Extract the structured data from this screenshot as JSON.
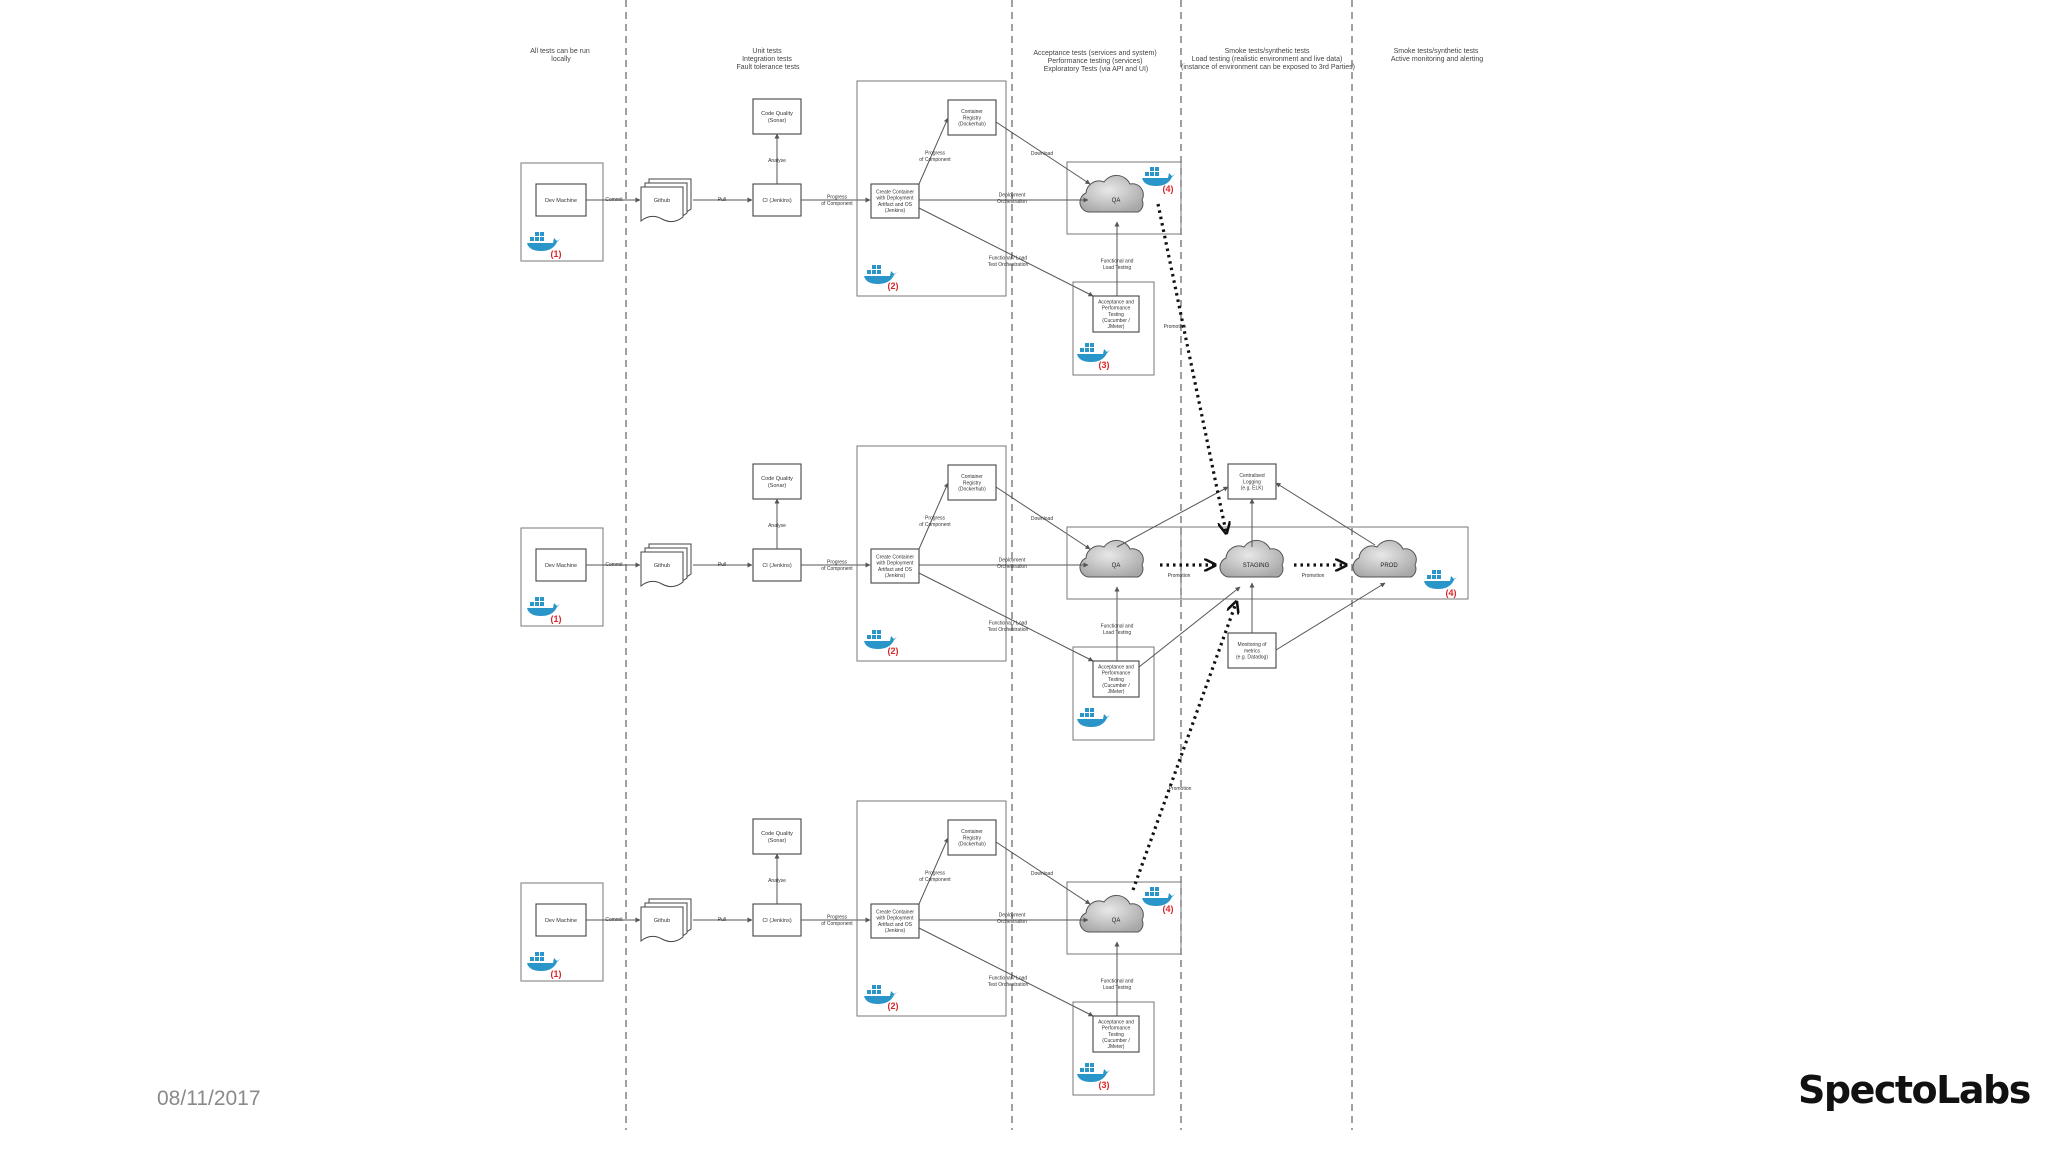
{
  "footer": {
    "date": "08/11/2017",
    "brand": "SpectoLabs"
  },
  "columns": [
    {
      "header": [
        "All tests can be run",
        "locally"
      ]
    },
    {
      "header": [
        "Unit tests",
        "Integration tests",
        "Fault tolerance tests"
      ]
    },
    {
      "header": [
        "Acceptance tests (services and system)",
        "Performance testing (services)",
        "Exploratory Tests (via API and UI)"
      ]
    },
    {
      "header": [
        "Smoke tests/synthetic tests",
        "Load testing (realistic environment and live data)",
        "(instance of environment can be exposed to 3rd Parties)"
      ]
    },
    {
      "header": [
        "Smoke tests/synthetic tests",
        "Active monitoring and alerting"
      ]
    }
  ],
  "labels": {
    "dev_machine": "Dev Machine",
    "github": "Github",
    "ci": "CI (Jenkins)",
    "code_quality": [
      "Code Quality",
      "(Sonar)"
    ],
    "container_registry": [
      "Container",
      "Registry",
      "(Dockerhub)"
    ],
    "create_container": [
      "Create Container",
      "with Deployment",
      "Artifact and OS",
      "(Jenkins)"
    ],
    "acceptance": [
      "Acceptance and",
      "Performance",
      "Testing",
      "(Cucumber /",
      "JMeter)"
    ],
    "qa": "QA",
    "staging": "STAGING",
    "prod": "PROD",
    "centralised_logging": [
      "Centralised",
      "Logging",
      "(e.g. ELK)"
    ],
    "monitoring": [
      "Monitoring of",
      "metrics",
      "(e.g. Datadog)"
    ],
    "commit": "Commit",
    "pull": "Pull",
    "analyse": "Analyse",
    "progress": [
      "Progress",
      "of Component"
    ],
    "download": "Download",
    "deployment": [
      "Deployment",
      "Orchestration"
    ],
    "functional_load": [
      "Functional / Load",
      "Test Orchestration"
    ],
    "functional_load_testing": [
      "Functional and",
      "Load Testing"
    ],
    "promotion": "Promotion"
  },
  "markers": {
    "m1": "(1)",
    "m2": "(2)",
    "m3": "(3)",
    "m4": "(4)"
  },
  "colors": {
    "line": "#555555",
    "marker": "#d9262c",
    "whale": "#2a95c8",
    "cloud": "#bcbcbc"
  }
}
